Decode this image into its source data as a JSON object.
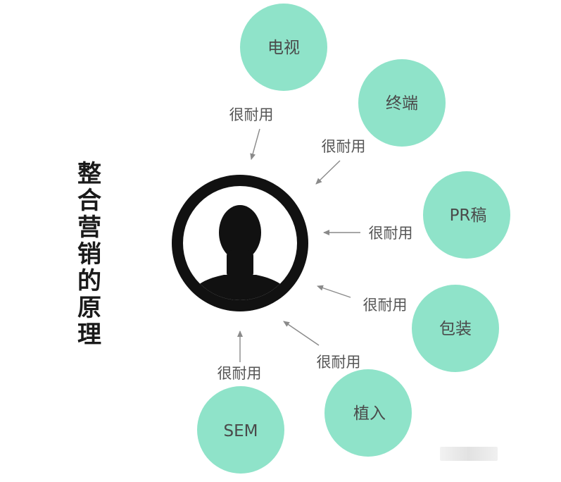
{
  "title": "整合营销的原理",
  "channels": [
    {
      "label": "电视",
      "link_label": "很耐用"
    },
    {
      "label": "终端",
      "link_label": "很耐用"
    },
    {
      "label": "PR稿",
      "link_label": "很耐用"
    },
    {
      "label": "包装",
      "link_label": "很耐用"
    },
    {
      "label": "植入",
      "link_label": "很耐用"
    },
    {
      "label": "SEM",
      "link_label": "很耐用"
    }
  ],
  "colors": {
    "node_fill": "#8fe3c9",
    "center_ring": "#111111",
    "text": "#555555",
    "arrow": "#8a8a8a"
  },
  "icons": {
    "center": "person-silhouette-icon"
  }
}
